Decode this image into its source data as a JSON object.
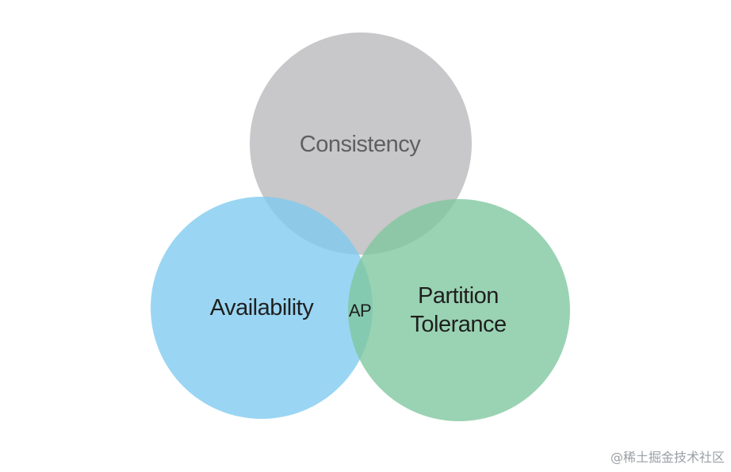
{
  "diagram": {
    "consistency_label": "Consistency",
    "availability_label": "Availability",
    "partition_label_line1": "Partition",
    "partition_label_line2": "Tolerance",
    "intersection_label": "AP"
  },
  "colors": {
    "consistency_fill": "#b3b2b4",
    "availability_fill": "#7ecbf0",
    "partition_fill": "#7ec79d",
    "consistency_text": "#5f5f61",
    "label_text": "#1f1f1f"
  },
  "watermark": {
    "text": "@稀土掘金技术社区"
  }
}
